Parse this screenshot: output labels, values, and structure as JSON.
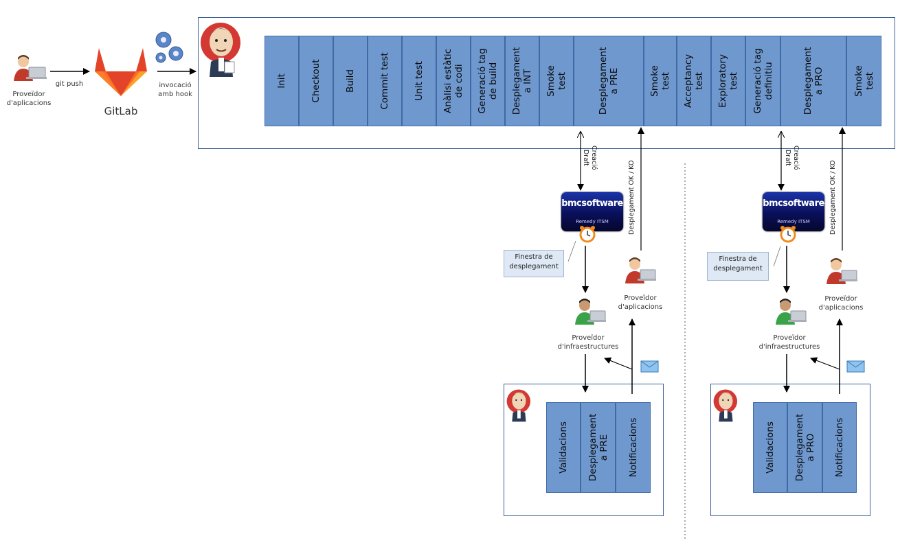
{
  "labels": {
    "provider_apps": "Proveïdor\nd'aplicacions",
    "provider_infra": "Proveïdor\nd'infraestructures",
    "git_push": "git push",
    "gitlab": "GitLab",
    "invocacio": "invocació\namb hook",
    "creacio_draft": "Creació\nDraft",
    "desplegament_ok_ko": "Desplegament OK / KO",
    "finestra": "Finestra de\ndesplegament",
    "bmc_logo": "bmcsoftware",
    "bmc_sub": "Remedy ITSM"
  },
  "pipeline_stages": [
    "Init",
    "Checkout",
    "Build",
    "Commit test",
    "Unit test",
    "Anàlisi estàtic\nde codi",
    "Generació tag\nde build",
    "Desplegament\na INT",
    "Smoke\ntest",
    "Desplegament\na PRE",
    "Smoke\ntest",
    "Acceptancy\ntest",
    "Exploratory\ntest",
    "Generació tag\ndefinitiu",
    "Desplegament\na PRO",
    "Smoke\ntest"
  ],
  "sub_pipeline_pre": [
    "Validacions",
    "Desplegament\na PRE",
    "Notificacions"
  ],
  "sub_pipeline_pro": [
    "Validacions",
    "Desplegament\na PRO",
    "Notificacions"
  ],
  "colors": {
    "stage_fill": "#6f98cf",
    "panel_border": "#3a5f96",
    "note_fill": "#dfe9f5"
  },
  "icons": [
    "person-icon",
    "gitlab-icon",
    "gears-icon",
    "jenkins-icon",
    "bmc-remedy-icon",
    "alarm-clock-icon",
    "envelope-icon"
  ]
}
